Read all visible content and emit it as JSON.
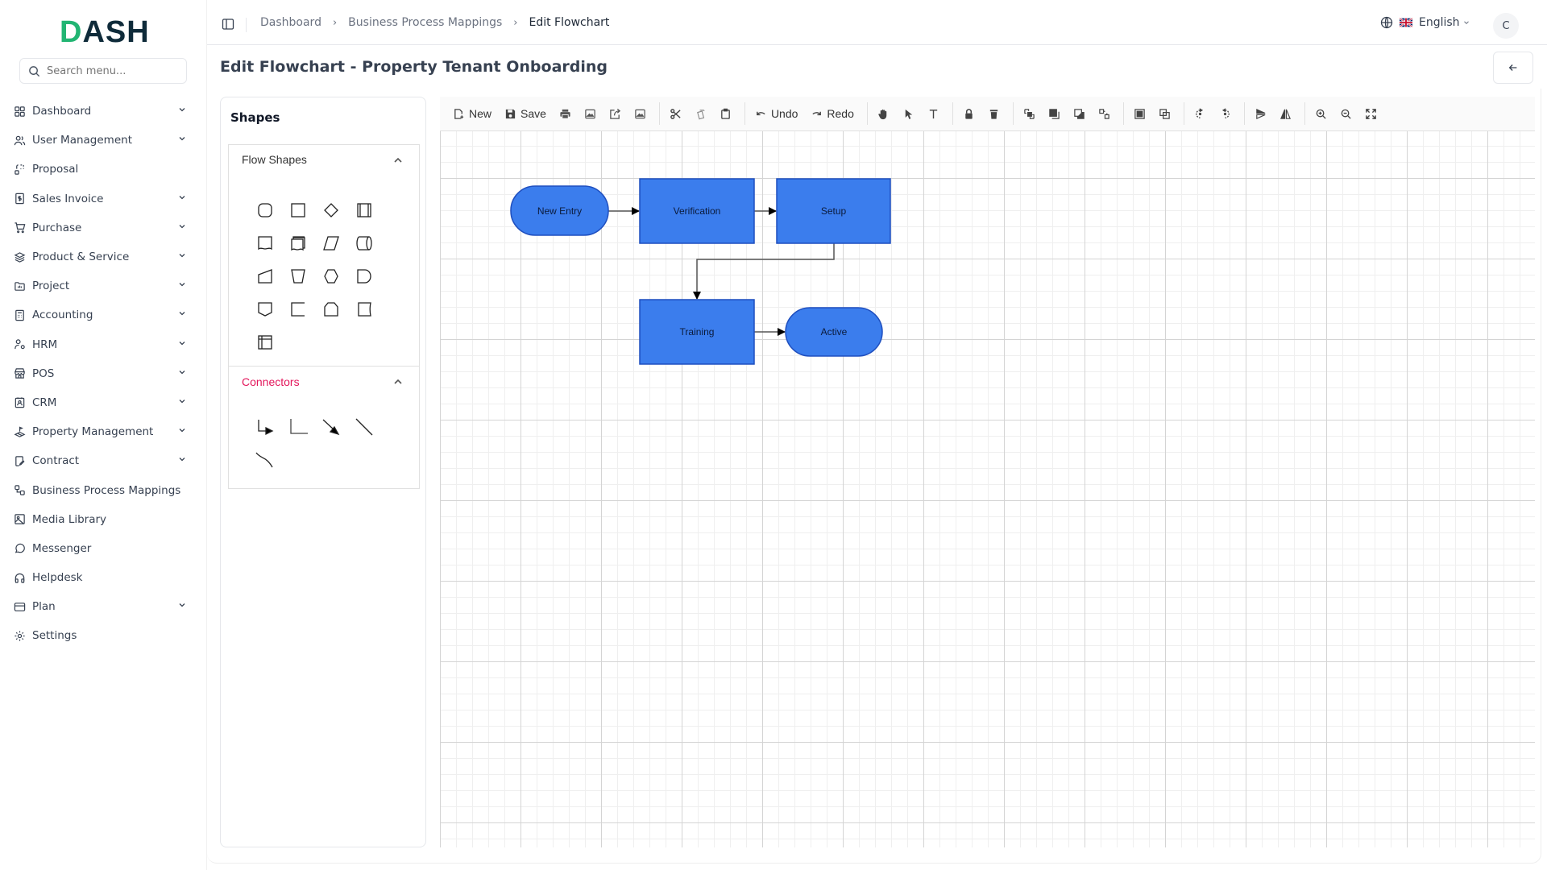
{
  "brand": {
    "logo_text": "DASH",
    "logo_first": "D",
    "logo_rest": "ASH"
  },
  "sidebar": {
    "search_placeholder": "Search menu...",
    "items": [
      {
        "label": "Dashboard",
        "icon": "grid-icon",
        "has_children": true
      },
      {
        "label": "User Management",
        "icon": "users-icon",
        "has_children": true
      },
      {
        "label": "Proposal",
        "icon": "proposal-icon",
        "has_children": false
      },
      {
        "label": "Sales Invoice",
        "icon": "invoice-icon",
        "has_children": true
      },
      {
        "label": "Purchase",
        "icon": "cart-icon",
        "has_children": true
      },
      {
        "label": "Product & Service",
        "icon": "layers-icon",
        "has_children": true
      },
      {
        "label": "Project",
        "icon": "folder-icon",
        "has_children": true
      },
      {
        "label": "Accounting",
        "icon": "calculator-icon",
        "has_children": true
      },
      {
        "label": "HRM",
        "icon": "user-cog-icon",
        "has_children": true
      },
      {
        "label": "POS",
        "icon": "store-icon",
        "has_children": true
      },
      {
        "label": "CRM",
        "icon": "contact-icon",
        "has_children": true
      },
      {
        "label": "Property Management",
        "icon": "property-icon",
        "has_children": true
      },
      {
        "label": "Contract",
        "icon": "contract-icon",
        "has_children": true
      },
      {
        "label": "Business Process Mappings",
        "icon": "process-icon",
        "has_children": false
      },
      {
        "label": "Media Library",
        "icon": "image-icon",
        "has_children": false
      },
      {
        "label": "Messenger",
        "icon": "message-icon",
        "has_children": false
      },
      {
        "label": "Helpdesk",
        "icon": "headphones-icon",
        "has_children": false
      },
      {
        "label": "Plan",
        "icon": "card-icon",
        "has_children": true
      },
      {
        "label": "Settings",
        "icon": "gear-icon",
        "has_children": false
      }
    ]
  },
  "header": {
    "breadcrumb": [
      "Dashboard",
      "Business Process Mappings",
      "Edit Flowchart"
    ],
    "language": "English",
    "avatar_initial": "C"
  },
  "page": {
    "title": "Edit Flowchart - Property Tenant Onboarding"
  },
  "shapes_panel": {
    "title": "Shapes",
    "flow_section": "Flow Shapes",
    "flow_shapes": [
      "terminator",
      "process",
      "decision",
      "predefined-process",
      "document",
      "multi-document",
      "data",
      "direct-data",
      "manual-input",
      "manual-operation",
      "preparation",
      "delay",
      "off-page-reference",
      "annotation",
      "loop-limit",
      "sequential-data",
      "internal-storage"
    ],
    "connectors_section": "Connectors",
    "connectors": [
      "orthogonal-arrow",
      "orthogonal",
      "straight-arrow",
      "straight",
      "bezier"
    ],
    "accent_color": "#e3165b"
  },
  "toolbar": {
    "new_label": "New",
    "save_label": "Save",
    "undo_label": "Undo",
    "redo_label": "Redo"
  },
  "flowchart": {
    "node_color": "#3b7ded",
    "node_border": "#1f4fbf",
    "nodes": [
      {
        "id": "n1",
        "label": "New Entry",
        "shape": "terminator"
      },
      {
        "id": "n2",
        "label": "Verification",
        "shape": "process"
      },
      {
        "id": "n3",
        "label": "Setup",
        "shape": "process"
      },
      {
        "id": "n4",
        "label": "Training",
        "shape": "process"
      },
      {
        "id": "n5",
        "label": "Active",
        "shape": "terminator"
      }
    ],
    "edges": [
      {
        "from": "New Entry",
        "to": "Verification"
      },
      {
        "from": "Verification",
        "to": "Setup"
      },
      {
        "from": "Setup",
        "to": "Training"
      },
      {
        "from": "Training",
        "to": "Active"
      }
    ]
  }
}
